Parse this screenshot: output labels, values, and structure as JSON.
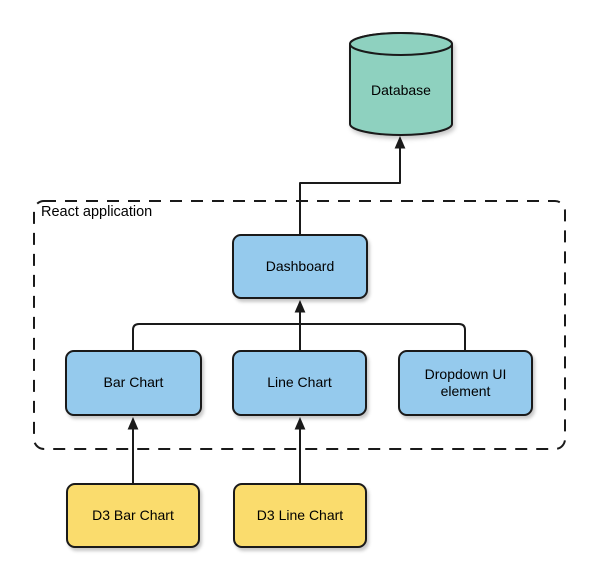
{
  "diagram": {
    "kind": "architecture-diagram",
    "background": "#ffffff",
    "stroke_color": "#1a1a1a",
    "container": {
      "label": "React application",
      "border_style": "dashed"
    },
    "nodes": {
      "database": {
        "label": "Database",
        "shape": "cylinder",
        "fill": "#8ed1bf"
      },
      "dashboard": {
        "label": "Dashboard",
        "shape": "rounded-rect",
        "fill": "#95caed"
      },
      "bar_chart": {
        "label": "Bar Chart",
        "shape": "rounded-rect",
        "fill": "#95caed"
      },
      "line_chart": {
        "label": "Line Chart",
        "shape": "rounded-rect",
        "fill": "#95caed"
      },
      "dropdown": {
        "label": "Dropdown UI element",
        "shape": "rounded-rect",
        "fill": "#95caed"
      },
      "d3_bar_chart": {
        "label": "D3 Bar Chart",
        "shape": "rounded-rect",
        "fill": "#fadc6d"
      },
      "d3_line_chart": {
        "label": "D3 Line Chart",
        "shape": "rounded-rect",
        "fill": "#fadc6d"
      }
    },
    "edges": [
      {
        "from": "dashboard",
        "to": "database",
        "arrow": "to"
      },
      {
        "from": "bar_chart",
        "to": "dashboard",
        "arrow": "to"
      },
      {
        "from": "line_chart",
        "to": "dashboard",
        "arrow": "to"
      },
      {
        "from": "dropdown",
        "to": "dashboard",
        "arrow": "to"
      },
      {
        "from": "d3_bar_chart",
        "to": "bar_chart",
        "arrow": "to"
      },
      {
        "from": "d3_line_chart",
        "to": "line_chart",
        "arrow": "to"
      }
    ]
  }
}
